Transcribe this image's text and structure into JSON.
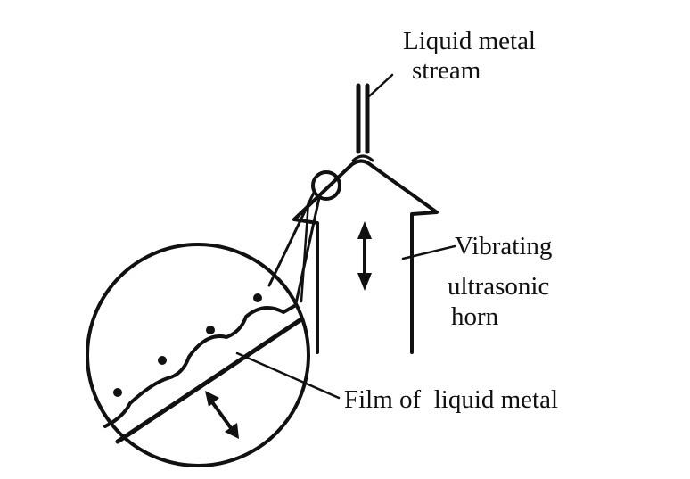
{
  "labels": {
    "stream_line1": "Liquid metal",
    "stream_line2": "stream",
    "horn_line1": "Vibrating",
    "horn_line2": "ultrasonic",
    "horn_line3": "horn",
    "film": "Film of  liquid metal"
  },
  "colors": {
    "ink": "#111111",
    "background": "#ffffff"
  }
}
